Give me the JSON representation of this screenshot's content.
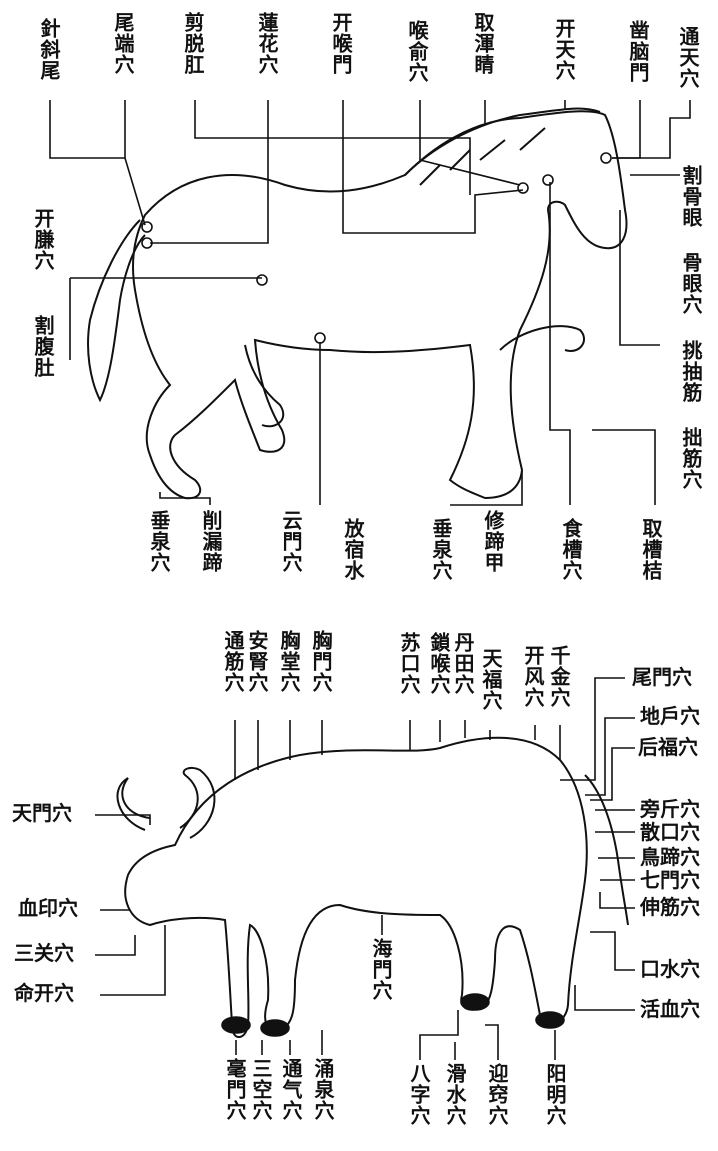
{
  "horse": {
    "labels": {
      "zhen_xie_wei": "針斜尾",
      "wei_duan_xue": "尾端穴",
      "jian_tuo_gang": "剪脱肛",
      "lian_hua_xue": "蓮花穴",
      "kai_hou_men": "开喉門",
      "hou_yu_xue": "喉俞穴",
      "qu_hun_jing": "取渾睛",
      "kai_tian_xue": "开天穴",
      "chi_nao_men": "凿脑門",
      "tong_tian_xue": "通天穴",
      "ge_gu_yan": "割骨眼",
      "gu_yan_xue": "骨眼穴",
      "tiao_chou_jin": "挑抽筋",
      "zhuo_jin_xue": "拙筋穴",
      "kai_qian_xue": "开膁穴",
      "ge_fu_du": "割腹肚",
      "chui_quan_xue_rear": "垂泉穴",
      "xiao_lou_ti": "削漏蹄",
      "yun_men_xue": "云門穴",
      "fang_su_shui": "放宿水",
      "chui_quan_xue_front": "垂泉穴",
      "xiu_ti_jia": "修蹄甲",
      "shi_cao_xue": "食槽穴",
      "qu_cao_jie": "取槽桔"
    }
  },
  "buffalo": {
    "labels": {
      "tong_jin_xue": "通筋穴",
      "an_shen_xue": "安腎穴",
      "xiong_tang_xue": "胸堂穴",
      "xiong_men_xue": "胸門穴",
      "su_kou_xue": "苏口穴",
      "suo_hou_xue": "鎖喉穴",
      "dan_tian_xue": "丹田穴",
      "tian_fu_xue": "天福穴",
      "kai_feng_xue": "开风穴",
      "qian_jin_xue": "千金穴",
      "wei_men_xue": "尾門穴",
      "di_hu_xue": "地戶穴",
      "hou_fu_xue": "后福穴",
      "pang_jin_xue": "旁斤穴",
      "san_kou_xue": "散口穴",
      "niao_ti_xue": "鳥蹄穴",
      "qi_men_xue": "七門穴",
      "shen_jin_xue": "伸筋穴",
      "kou_shui_xue": "口水穴",
      "huo_xue_xue": "活血穴",
      "tian_men_xue": "天門穴",
      "xue_yin_xue": "血印穴",
      "san_guan_xue": "三关穴",
      "ming_kai_xue": "命开穴",
      "hai_men_xue": "海門穴",
      "hao_men_xue": "毫門穴",
      "san_kong_xue": "三空穴",
      "tong_qi_xue": "通气穴",
      "yong_quan_xue": "涌泉穴",
      "ba_zi_xue": "八字穴",
      "hua_shui_xue": "滑水穴",
      "ying_qiao_xue": "迎窍穴",
      "yang_ming_xue": "阳明穴"
    }
  }
}
